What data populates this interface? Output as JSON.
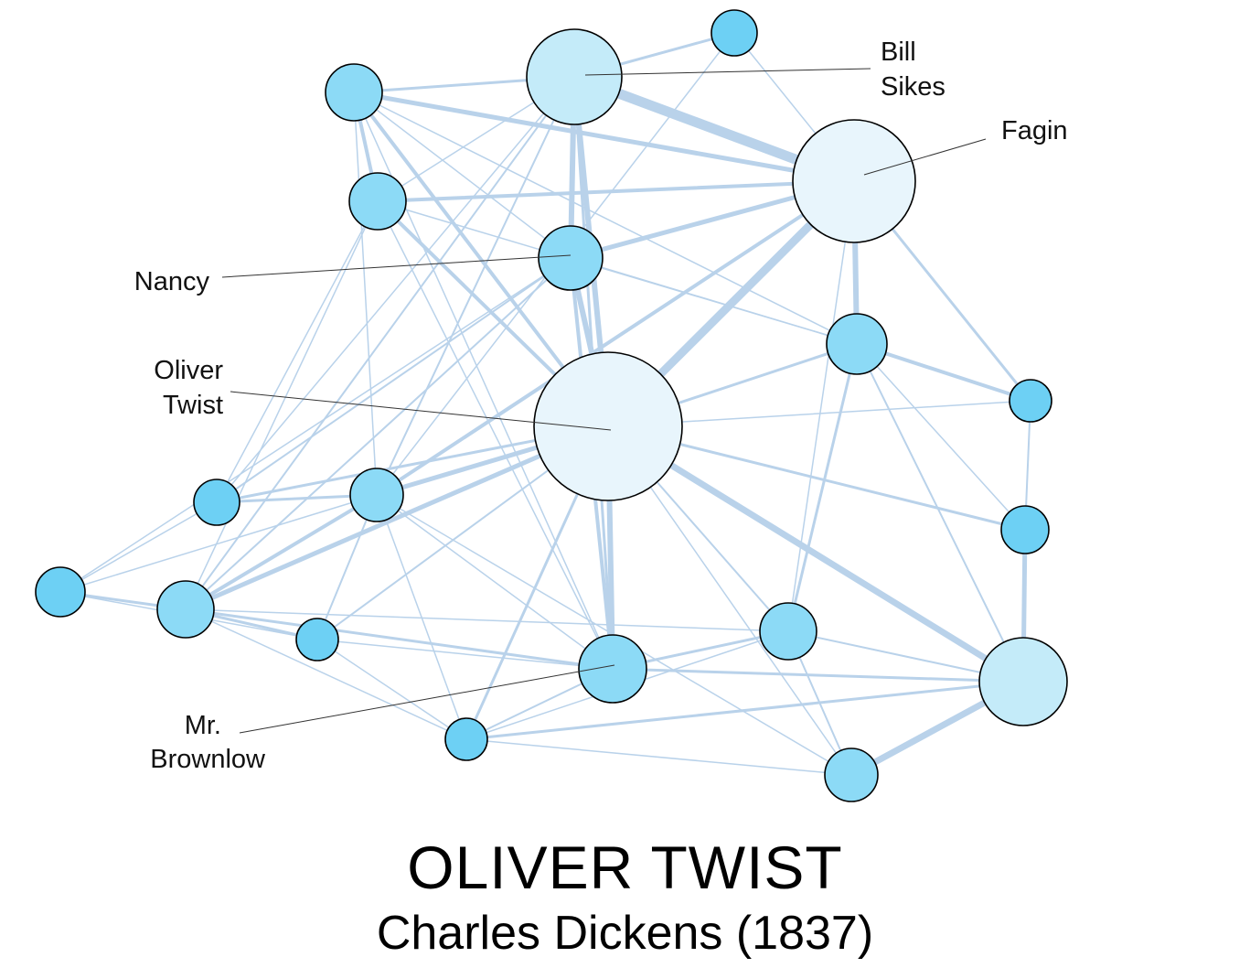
{
  "title": "OLIVER TWIST",
  "subtitle": "Charles Dickens (1837)",
  "colors": {
    "edge": "#b9d2ea",
    "node_large": "#e8f5fc",
    "node_medium": "#c4ebf9",
    "node_small": "#8cdaf6",
    "node_tiny": "#6dd0f4",
    "outline": "#000000"
  },
  "labels": {
    "bill_line1": "Bill",
    "bill_line2": "Sikes",
    "fagin": "Fagin",
    "nancy": "Nancy",
    "oliver_line1": "Oliver",
    "oliver_line2": "Twist",
    "brownlow_line1": "Mr.",
    "brownlow_line2": "Brownlow"
  }
}
